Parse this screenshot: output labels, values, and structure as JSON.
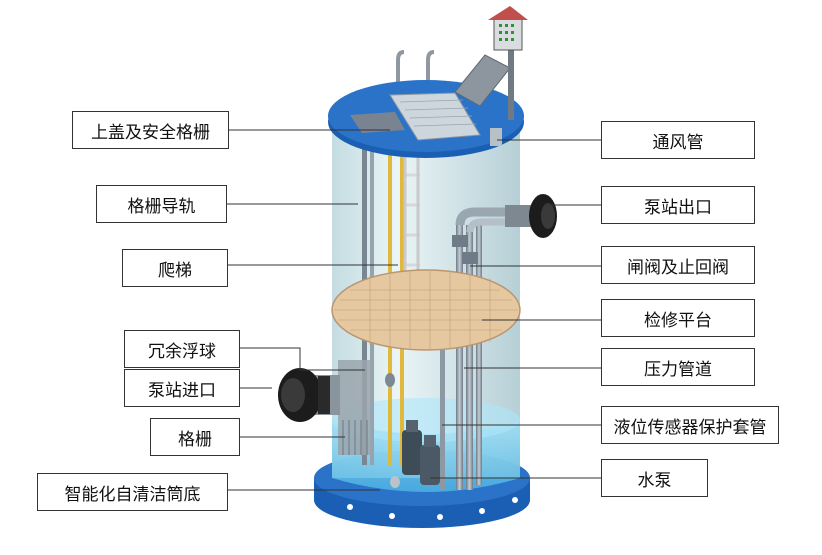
{
  "labels": {
    "left": [
      {
        "id": "cover",
        "text": "上盖及安全格栅"
      },
      {
        "id": "grille_rail",
        "text": "格栅导轨"
      },
      {
        "id": "ladder",
        "text": "爬梯"
      },
      {
        "id": "float_ball",
        "text": "冗余浮球"
      },
      {
        "id": "inlet",
        "text": "泵站进口"
      },
      {
        "id": "grille",
        "text": "格栅"
      },
      {
        "id": "bottom",
        "text": "智能化自清洁筒底"
      }
    ],
    "right": [
      {
        "id": "vent",
        "text": "通风管"
      },
      {
        "id": "outlet",
        "text": "泵站出口"
      },
      {
        "id": "valves",
        "text": "闸阀及止回阀"
      },
      {
        "id": "platform",
        "text": "检修平台"
      },
      {
        "id": "pressure_pipe",
        "text": "压力管道"
      },
      {
        "id": "sensor_sleeve",
        "text": "液位传感器保护套管"
      },
      {
        "id": "pump",
        "text": "水泵"
      }
    ]
  },
  "colors": {
    "cylinder_top": "#1a5fb4",
    "tank_glass": "#cfe6ec",
    "water": "#7fd3f2",
    "platform": "#e6c8a0",
    "pipe": "#8a97a3",
    "ladder": "#e0b83c",
    "house_roof": "#c0504d",
    "nozzle": "#1c1c1c"
  }
}
